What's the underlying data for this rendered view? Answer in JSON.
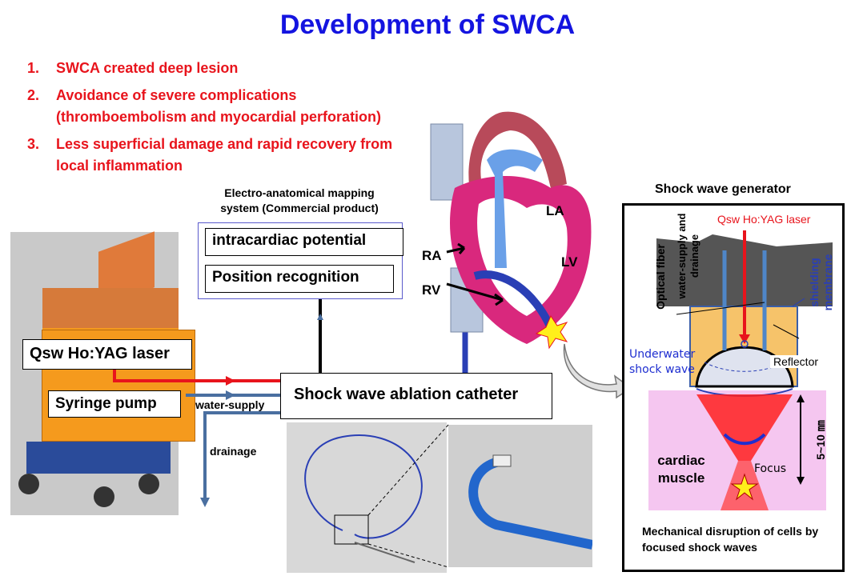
{
  "title": "Development of SWCA",
  "points": [
    {
      "num": "1.",
      "text": "SWCA created deep lesion"
    },
    {
      "num": "2.",
      "text": "Avoidance of severe complications (thromboembolism and myocardial perforation)"
    },
    {
      "num": "3.",
      "text": "Less superficial damage and rapid recovery from local inflammation"
    }
  ],
  "mapping": {
    "caption": "Electro-anatomical mapping system (Commercial product)",
    "box1": "intracardiac potential",
    "box2": "Position recognition"
  },
  "console": {
    "laser_label": "Qsw Ho:YAG laser",
    "pump_label": "Syringe pump",
    "water_supply": "water-supply",
    "drainage": "drainage"
  },
  "catheter_label": "Shock wave ablation catheter",
  "heart": {
    "la": "LA",
    "ra": "RA",
    "lv": "LV",
    "rv": "RV"
  },
  "generator": {
    "title": "Shock wave generator",
    "laser": "Qsw Ho:YAG laser",
    "optical_fiber": "Optical fiber",
    "water_supply_drainage": "water-supply and drainage",
    "shielding_membrane": "shielding membrane",
    "underwater_shock_wave": "Underwater shock wave",
    "reflector": "Reflector",
    "cardiac_muscle": "cardiac muscle",
    "focus": "Focus",
    "depth": "5~10 ㎜",
    "caption": "Mechanical disruption of cells by focused shock waves"
  },
  "colors": {
    "title": "#1414e0",
    "points": "#e8141c",
    "console_orange": "#f59a1d",
    "laser_line": "#e8141c",
    "water_line": "#4a6fa0",
    "heart_myocardium": "#d9287d",
    "heart_aorta": "#b84a5a",
    "heart_vessels": "#6aa0e8",
    "catheter": "#2a3fb5",
    "muscle_pink": "#f5c6f0"
  }
}
